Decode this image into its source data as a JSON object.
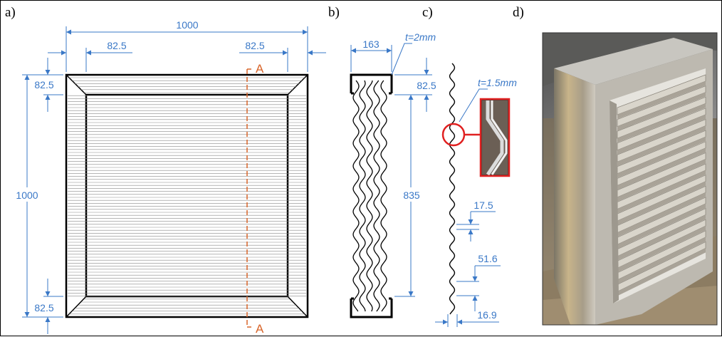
{
  "panels": {
    "a": {
      "label": "a)",
      "dims": {
        "width": "1000",
        "left_frame": "82.5",
        "right_frame": "82.5",
        "top_frame": "82.5",
        "height": "1000",
        "bottom_frame": "82.5"
      },
      "section_marker": "A"
    },
    "b": {
      "label": "b)",
      "dims": {
        "depth": "163",
        "thickness": "t=2mm",
        "frame": "82.5",
        "louver_span": "835"
      }
    },
    "c": {
      "label": "c)",
      "dims": {
        "thickness": "t=1.5mm",
        "d1": "17.5",
        "d2": "51.6",
        "d3": "16.9"
      }
    },
    "d": {
      "label": "d)",
      "photo": "photo of louvered aluminium panel"
    }
  },
  "colors": {
    "dimension": "#3a78c7",
    "section": "#d8652a",
    "highlight": "#e02020"
  }
}
